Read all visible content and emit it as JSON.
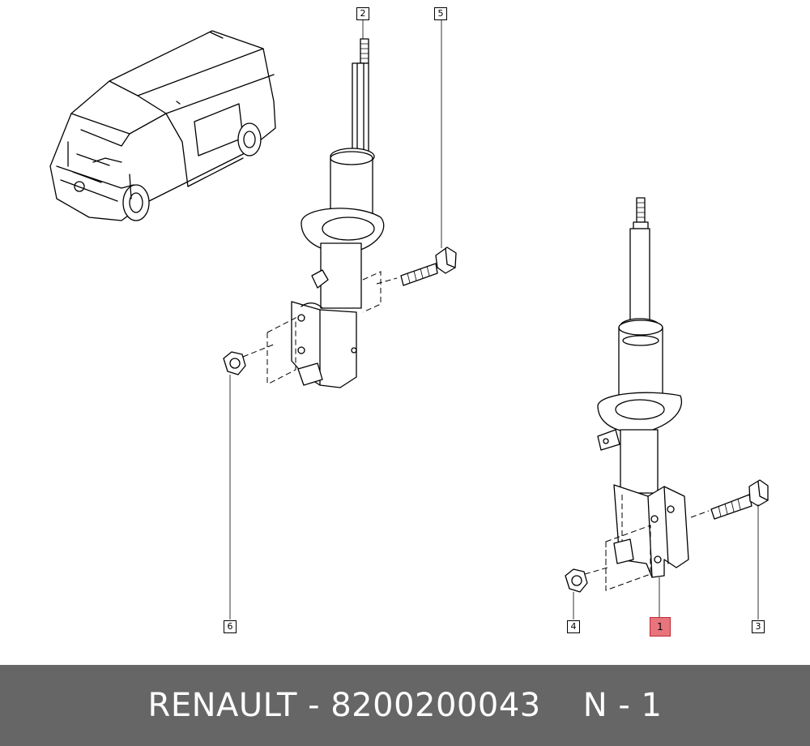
{
  "callouts": {
    "c1": "1",
    "c2": "2",
    "c3": "3",
    "c4": "4",
    "c5": "5",
    "c6": "6"
  },
  "highlight_color": "#e8747c",
  "footer": {
    "part_text": "RENAULT - 8200200043",
    "quantity_text": "N - 1"
  }
}
